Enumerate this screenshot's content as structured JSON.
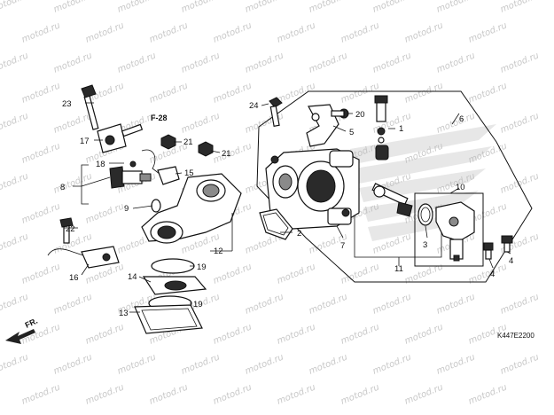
{
  "diagram": {
    "watermark": "motod.ru",
    "ref_label": "F-28",
    "direction_label": "FR.",
    "drawing_code": "K447E2200",
    "callouts": [
      {
        "id": "c1",
        "label": "1"
      },
      {
        "id": "c2",
        "label": "2"
      },
      {
        "id": "c3",
        "label": "3"
      },
      {
        "id": "c4a",
        "label": "4"
      },
      {
        "id": "c4b",
        "label": "4"
      },
      {
        "id": "c5",
        "label": "5"
      },
      {
        "id": "c6",
        "label": "6"
      },
      {
        "id": "c7",
        "label": "7"
      },
      {
        "id": "c8",
        "label": "8"
      },
      {
        "id": "c9",
        "label": "9"
      },
      {
        "id": "c10",
        "label": "10"
      },
      {
        "id": "c11",
        "label": "11"
      },
      {
        "id": "c12",
        "label": "12"
      },
      {
        "id": "c13",
        "label": "13"
      },
      {
        "id": "c14",
        "label": "14"
      },
      {
        "id": "c15",
        "label": "15"
      },
      {
        "id": "c16",
        "label": "16"
      },
      {
        "id": "c17",
        "label": "17"
      },
      {
        "id": "c18",
        "label": "18"
      },
      {
        "id": "c19a",
        "label": "19"
      },
      {
        "id": "c19b",
        "label": "19"
      },
      {
        "id": "c20",
        "label": "20"
      },
      {
        "id": "c21a",
        "label": "21"
      },
      {
        "id": "c21b",
        "label": "21"
      },
      {
        "id": "c22",
        "label": "22"
      },
      {
        "id": "c23",
        "label": "23"
      },
      {
        "id": "c24",
        "label": "24"
      }
    ]
  }
}
